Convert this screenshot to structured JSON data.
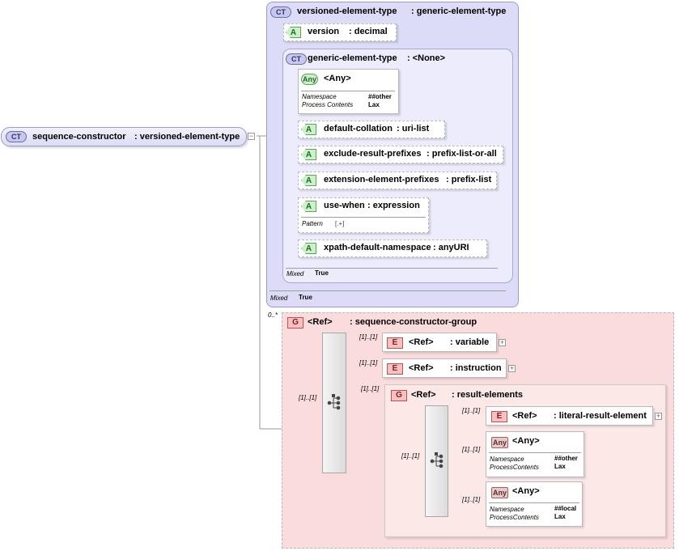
{
  "root": {
    "badge": "CT",
    "name": "sequence-constructor",
    "type": ": versioned-element-type"
  },
  "versioned": {
    "badge": "CT",
    "name": "versioned-element-type",
    "type": ": generic-element-type",
    "version_attr": {
      "badge": "A",
      "name": "version",
      "type": ": decimal"
    },
    "mixed_label": "Mixed",
    "mixed_value": "True",
    "generic": {
      "badge": "CT",
      "name": "generic-element-type",
      "type": ": <None>",
      "any": {
        "badge": "Any",
        "name": "<Any>",
        "ns_label": "Namespace",
        "ns_value": "##other",
        "pc_label": "Process Contents",
        "pc_value": "Lax"
      },
      "attributes": [
        {
          "badge": "A",
          "name": "default-collation",
          "type": ": uri-list"
        },
        {
          "badge": "A",
          "name": "exclude-result-prefixes",
          "type": ": prefix-list-or-all"
        },
        {
          "badge": "A",
          "name": "extension-element-prefixes",
          "type": ": prefix-list"
        },
        {
          "badge": "A",
          "name": "use-when",
          "type": ": expression",
          "pattern_label": "Pattern",
          "pattern_value": "[.+]"
        },
        {
          "badge": "A",
          "name": "xpath-default-namespace",
          "type": ": anyURI"
        }
      ],
      "mixed_label": "Mixed",
      "mixed_value": "True"
    }
  },
  "group": {
    "cardinality": "0..*",
    "badge": "G",
    "ref": "<Ref>",
    "name": ": sequence-constructor-group",
    "seq_cardinality": "[1]..[1]",
    "items": [
      {
        "cardinality": "[1]..[1]",
        "badge": "E",
        "ref": "<Ref>",
        "name": ": variable",
        "expand": "+"
      },
      {
        "cardinality": "[1]..[1]",
        "badge": "E",
        "ref": "<Ref>",
        "name": ": instruction",
        "expand": "+"
      }
    ],
    "result_elements": {
      "cardinality": "[1]..[1]",
      "badge": "G",
      "ref": "<Ref>",
      "name": ": result-elements",
      "seq_cardinality": "[1]..[1]",
      "literal": {
        "cardinality": "[1]..[1]",
        "badge": "E",
        "ref": "<Ref>",
        "name": ": literal-result-element",
        "expand": "+"
      },
      "any_other": {
        "cardinality": "[1]..[1]",
        "badge": "Any",
        "name": "<Any>",
        "ns_label": "Namespace",
        "ns_value": "##other",
        "pc_label": "ProcessContents",
        "pc_value": "Lax"
      },
      "any_local": {
        "cardinality": "[1]..[1]",
        "badge": "Any",
        "name": "<Any>",
        "ns_label": "Namespace",
        "ns_value": "##local",
        "pc_label": "ProcessContents",
        "pc_value": "Lax"
      }
    }
  },
  "colors": {
    "complex_type": "#dcdcf8",
    "attribute": "#c9f2c9",
    "group": "#fbdcdc",
    "element": "#f8c0c0"
  }
}
